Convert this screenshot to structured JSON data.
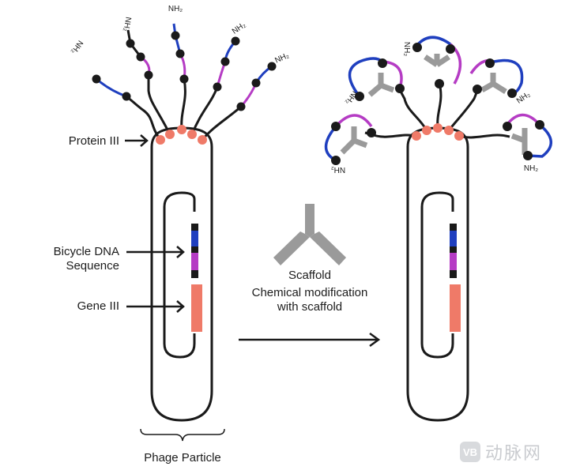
{
  "labels": {
    "protein_iii": "Protein III",
    "bicycle_dna_line1": "Bicycle DNA",
    "bicycle_dna_line2": "Sequence",
    "gene_iii": "Gene III",
    "phage_particle": "Phage Particle",
    "scaffold": "Scaffold",
    "chem_mod_line1": "Chemical modification",
    "chem_mod_line2": "with scaffold",
    "nh2": "NH₂"
  },
  "watermark": {
    "logo": "VB",
    "text": "动脉网"
  },
  "colors": {
    "outline": "#1a1a1a",
    "blue_loop": "#1f3fbf",
    "magenta_loop": "#b53cc4",
    "protein_node": "#ef7a68",
    "gene_iii": "#ef7a68",
    "scaffold": "#9a9a9a"
  }
}
